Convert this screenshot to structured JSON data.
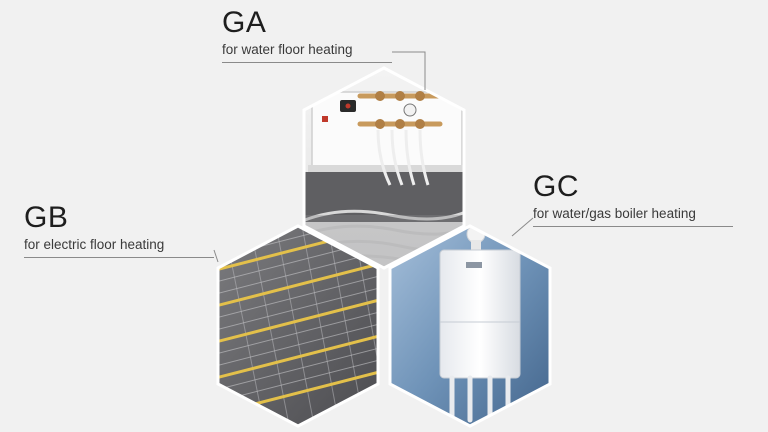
{
  "panels": {
    "ga": {
      "code": "GA",
      "description": "for water floor heating"
    },
    "gb": {
      "code": "GB",
      "description": "for electric floor heating"
    },
    "gc": {
      "code": "GC",
      "description": "for water/gas boiler heating"
    }
  },
  "colors": {
    "background": "#f1f1f1",
    "heating_film_stripe": "#e3c04a",
    "boiler_backdrop": "#6f93b8",
    "manifold_brass": "#c89a5c"
  }
}
